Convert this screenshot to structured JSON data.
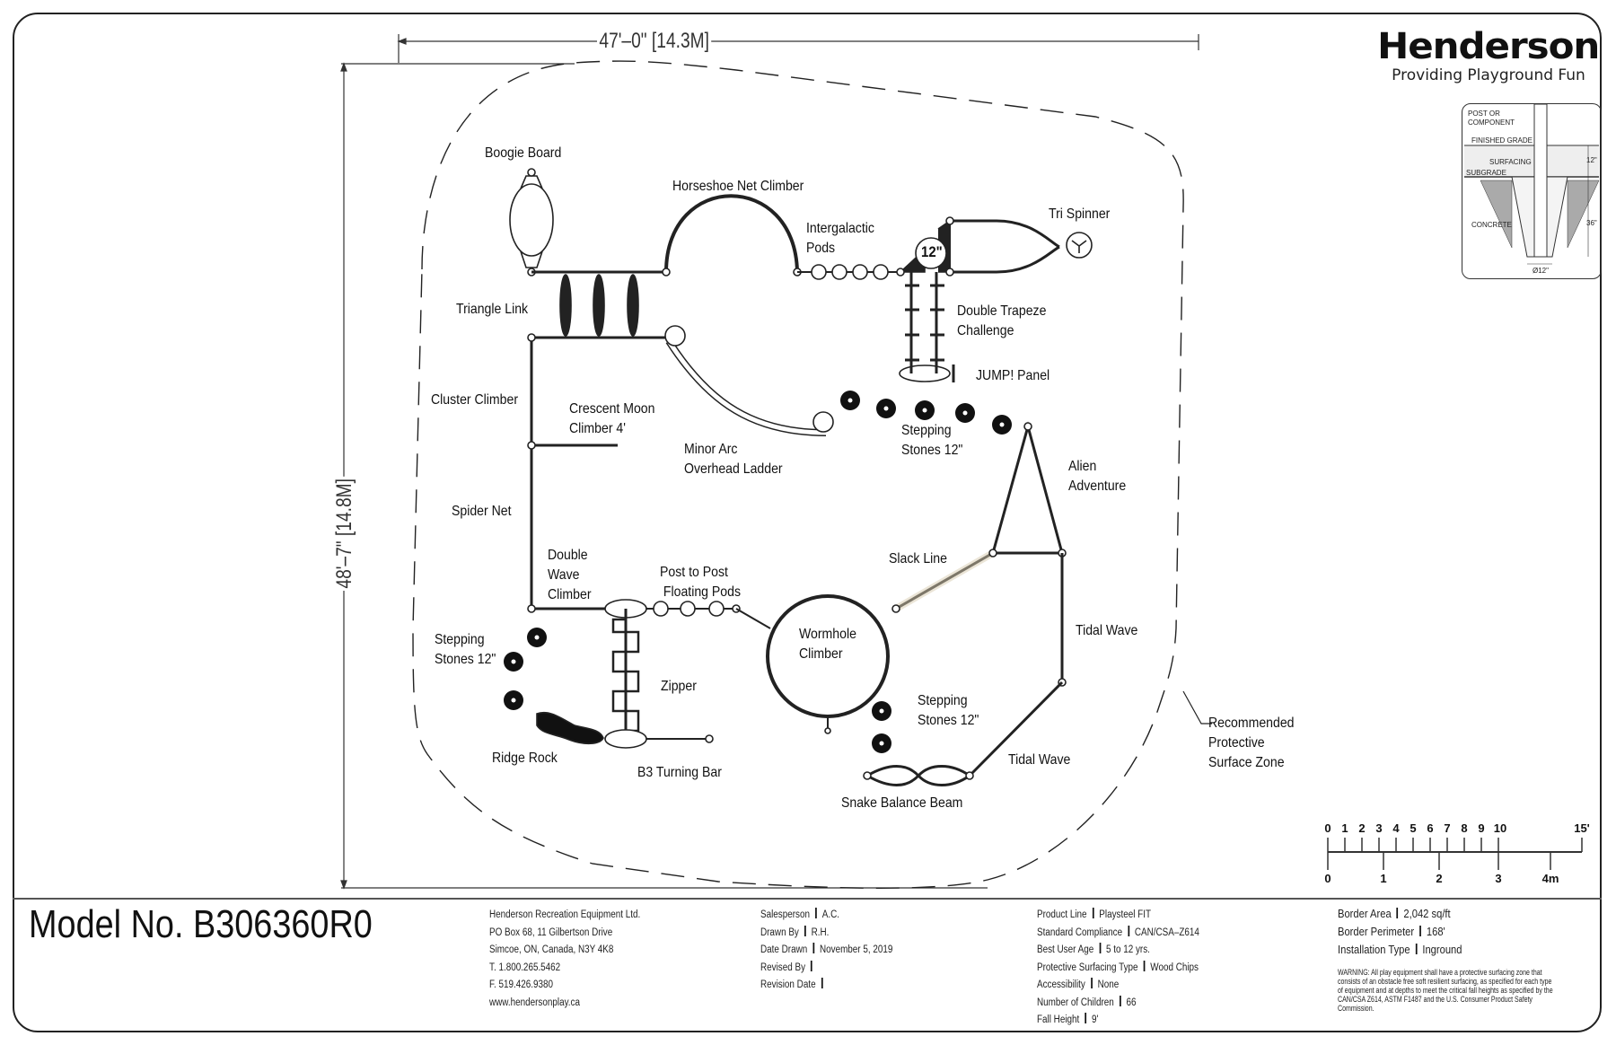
{
  "brand": {
    "name": "Henderson",
    "tagline": "Providing Playground Fun"
  },
  "dimensions": {
    "width": "47'–0\" [14.3M]",
    "height": "48'–7\" [14.8M]"
  },
  "footing_detail": {
    "post_label_1": "POST OR",
    "post_label_2": "COMPONENT",
    "finished_grade": "FINISHED GRADE",
    "surfacing": "SURFACING",
    "subgrade": "SUBGRADE",
    "concrete": "CONCRETE",
    "depth_surfacing": "12\"",
    "depth_footing": "36\"",
    "diameter": "Ø12\""
  },
  "components": [
    {
      "id": "boogie-board",
      "label": "Boogie Board"
    },
    {
      "id": "horseshoe-net-climber",
      "label": "Horseshoe Net Climber"
    },
    {
      "id": "intergalactic-pods",
      "label": "Intergalactic\nPods"
    },
    {
      "id": "tri-spinner",
      "label": "Tri Spinner"
    },
    {
      "id": "triangle-link",
      "label": "Triangle Link"
    },
    {
      "id": "double-trapeze",
      "label": "Double Trapeze\nChallenge"
    },
    {
      "id": "jump-panel",
      "label": "JUMP! Panel"
    },
    {
      "id": "cluster-climber",
      "label": "Cluster Climber"
    },
    {
      "id": "crescent-moon",
      "label": "Crescent Moon\nClimber 4'"
    },
    {
      "id": "minor-arc",
      "label": "Minor Arc\nOverhead Ladder"
    },
    {
      "id": "stepping-stones-top",
      "label": "Stepping\nStones 12\""
    },
    {
      "id": "alien-adventure",
      "label": "Alien\nAdventure"
    },
    {
      "id": "spider-net",
      "label": "Spider Net"
    },
    {
      "id": "slack-line",
      "label": "Slack Line"
    },
    {
      "id": "double-wave",
      "label": "Double\nWave\nClimber"
    },
    {
      "id": "post-to-post",
      "label": "Post to Post\n Floating Pods"
    },
    {
      "id": "wormhole",
      "label": "Wormhole\nClimber"
    },
    {
      "id": "tidal-wave-1",
      "label": "Tidal Wave"
    },
    {
      "id": "stepping-stones-left",
      "label": "Stepping\nStones 12\""
    },
    {
      "id": "zipper",
      "label": "Zipper"
    },
    {
      "id": "stepping-stones-bottom",
      "label": "Stepping\nStones 12\""
    },
    {
      "id": "ridge-rock",
      "label": "Ridge Rock"
    },
    {
      "id": "b3-turning-bar",
      "label": "B3 Turning Bar"
    },
    {
      "id": "tidal-wave-2",
      "label": "Tidal Wave"
    },
    {
      "id": "snake-balance-beam",
      "label": "Snake Balance Beam"
    },
    {
      "id": "surface-zone",
      "label": "Recommended\nProtective\nSurface Zone"
    }
  ],
  "trapeze_height_badge": "12\"",
  "scale_bar": {
    "feet_ticks": [
      "0",
      "1",
      "2",
      "3",
      "4",
      "5",
      "6",
      "7",
      "8",
      "9",
      "10",
      "15'"
    ],
    "metre_ticks": [
      "0",
      "1",
      "2",
      "3",
      "4m"
    ]
  },
  "title_block": {
    "model": "Model No. B306360R0",
    "company": [
      "Henderson Recreation Equipment Ltd.",
      "PO Box 68, 11 Gilbertson Drive",
      "Simcoe, ON, Canada, N3Y 4K8",
      "T. 1.800.265.5462",
      "F. 519.426.9380",
      "www.hendersonplay.ca"
    ],
    "drawing_info": [
      {
        "label": "Salesperson",
        "value": "A.C."
      },
      {
        "label": "Drawn By",
        "value": "R.H."
      },
      {
        "label": "Date Drawn",
        "value": "November 5, 2019"
      },
      {
        "label": "Revised By",
        "value": ""
      },
      {
        "label": "Revision Date",
        "value": ""
      }
    ],
    "product_info": [
      {
        "label": "Product Line",
        "value": "Playsteel FIT"
      },
      {
        "label": "Standard Compliance",
        "value": "CAN/CSA–Z614"
      },
      {
        "label": "Best User Age",
        "value": "5 to 12 yrs."
      },
      {
        "label": "Protective Surfacing Type",
        "value": "Wood Chips"
      },
      {
        "label": "Accessibility",
        "value": "None"
      },
      {
        "label": "Number of Children",
        "value": "66"
      },
      {
        "label": "Fall Height",
        "value": "9'"
      }
    ],
    "border_info": [
      {
        "label": "Border Area",
        "value": "2,042 sq/ft"
      },
      {
        "label": "Border Perimeter",
        "value": "168'"
      },
      {
        "label": "Installation Type",
        "value": "Inground"
      }
    ],
    "warning": "WARNING: All play equipment shall have a protective surfacing zone that consists of an obstacle free soft resilient surfacing, as specified for each type of equipment and at depths to meet the critical fall heights as specified by the CAN/CSA Z614, ASTM F1487 and the U.S. Consumer Product Safety Commission."
  }
}
